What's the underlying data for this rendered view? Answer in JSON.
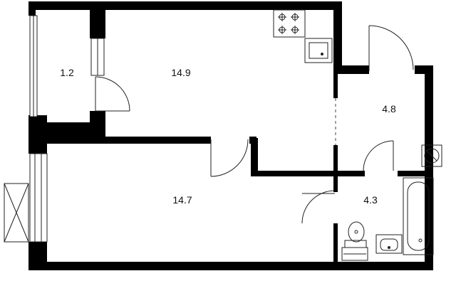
{
  "rooms": [
    {
      "id": "balcony",
      "area": "1.2"
    },
    {
      "id": "kitchen-living",
      "area": "14.9"
    },
    {
      "id": "hall",
      "area": "4.8"
    },
    {
      "id": "bedroom",
      "area": "14.7"
    },
    {
      "id": "bathroom",
      "area": "4.3"
    }
  ],
  "colors": {
    "wall": "#000000",
    "line": "#222222",
    "background": "#ffffff"
  }
}
